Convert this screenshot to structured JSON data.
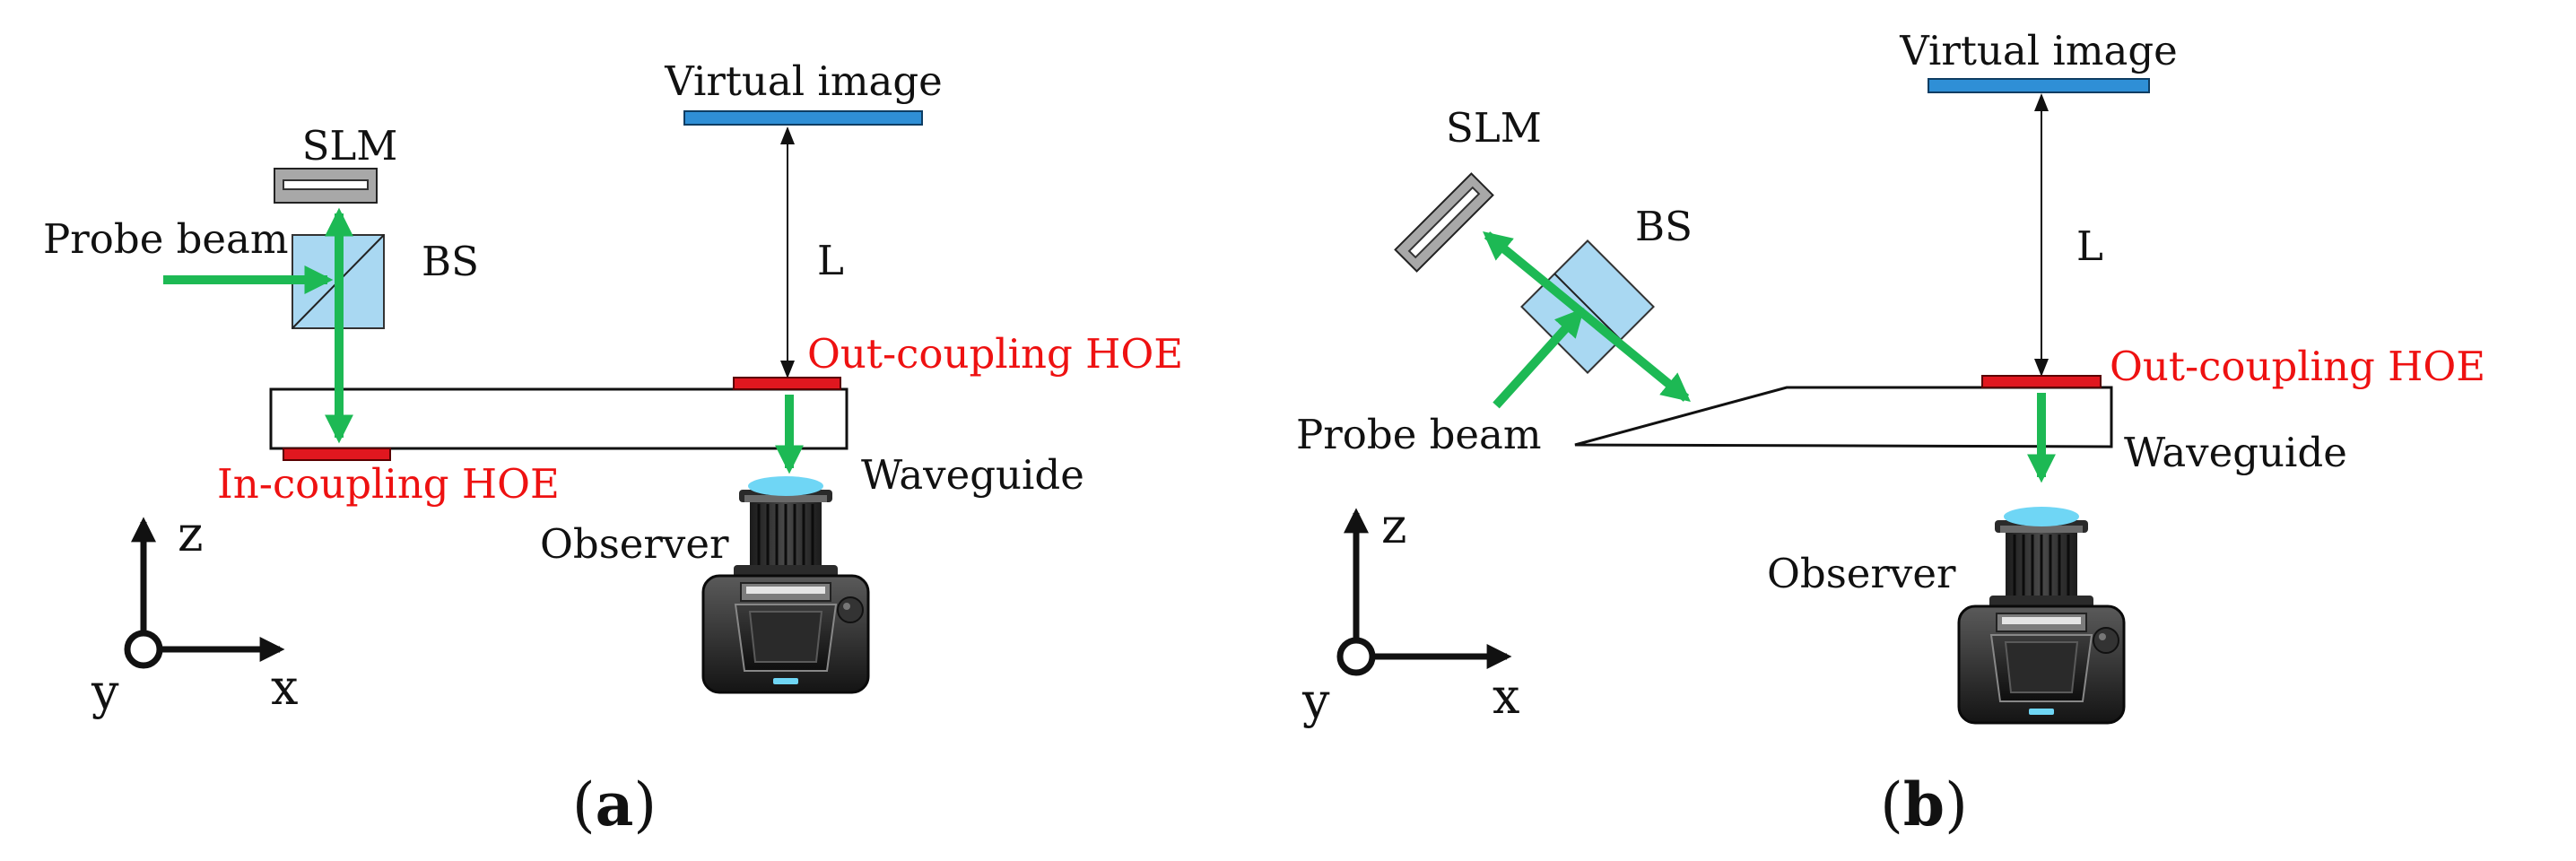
{
  "colors": {
    "beam": "#1db954",
    "hoe": "#e0171f",
    "virtual_image": "#2f8fd6",
    "label_red": "#ee1111",
    "bs_fill": "#a9d8f2",
    "slm_fill": "#a8a8a8"
  },
  "panel_a": {
    "caption_letter": "a",
    "labels": {
      "virtual_image": "Virtual image",
      "slm": "SLM",
      "probe_beam": "Probe beam",
      "bs": "BS",
      "distance": "L",
      "out_coupling": "Out-coupling HOE",
      "in_coupling": "In-coupling HOE",
      "waveguide": "Waveguide",
      "observer": "Observer"
    },
    "axes": {
      "z": "z",
      "x": "x",
      "y": "y"
    }
  },
  "panel_b": {
    "caption_letter": "b",
    "labels": {
      "virtual_image": "Virtual image",
      "slm": "SLM",
      "bs": "BS",
      "distance": "L",
      "out_coupling": "Out-coupling HOE",
      "probe_beam": "Probe beam",
      "waveguide": "Waveguide",
      "observer": "Observer"
    },
    "axes": {
      "z": "z",
      "x": "x",
      "y": "y"
    }
  },
  "icons": [
    "camera-icon",
    "beam-splitter-icon",
    "slm-icon"
  ]
}
